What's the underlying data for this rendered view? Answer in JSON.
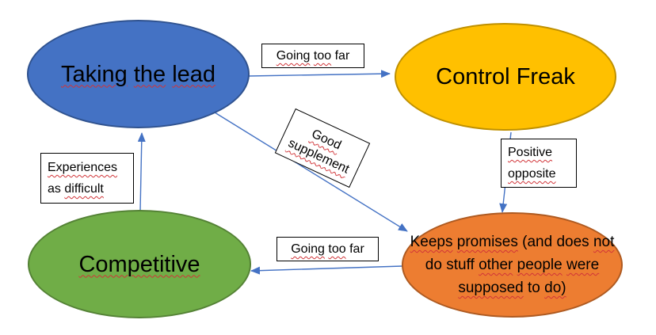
{
  "diagram": {
    "background": "#ffffff",
    "arrow_color": "#4472C4",
    "squiggle_color": "#D13438",
    "nodes": [
      {
        "name": "taking-the-lead",
        "label": "Taking the lead",
        "words": [
          {
            "t": "Taking",
            "sq": true
          },
          {
            "t": "the",
            "sq": true
          },
          {
            "t": "lead",
            "sq": true
          }
        ],
        "fill": "#4472C4",
        "border": "#2F528F"
      },
      {
        "name": "control-freak",
        "label": "Control Freak",
        "words": [
          {
            "t": "Control",
            "sq": false
          },
          {
            "t": "Freak",
            "sq": false
          }
        ],
        "fill": "#FFC000",
        "border": "#BF9000"
      },
      {
        "name": "competitive",
        "label": "Competitive",
        "words": [
          {
            "t": "Competitive",
            "sq": true
          }
        ],
        "fill": "#70AD47",
        "border": "#548235"
      },
      {
        "name": "keeps-promises",
        "label": "Keeps promises (and does not do stuff other people were supposed to do)",
        "lines": [
          [
            {
              "t": "Keeps",
              "sq": true
            },
            {
              "t": "promises",
              "sq": true
            },
            {
              "t": "(and",
              "sq": false
            },
            {
              "t": "does",
              "sq": false
            },
            {
              "t": "not",
              "sq": true
            }
          ],
          [
            {
              "t": "do",
              "sq": false
            },
            {
              "t": "stuff",
              "sq": false
            },
            {
              "t": "other",
              "sq": true
            },
            {
              "t": "people",
              "sq": true
            },
            {
              "t": "were",
              "sq": true
            }
          ],
          [
            {
              "t": "supposed",
              "sq": true
            },
            {
              "t": "to",
              "sq": false
            },
            {
              "t": "do)",
              "sq": true
            }
          ]
        ],
        "fill": "#ED7D31",
        "border": "#AE5A21"
      }
    ],
    "edge_labels": [
      {
        "name": "going-too-far-top",
        "label": "Going too far",
        "words": [
          {
            "t": "Going",
            "sq": true
          },
          {
            "t": "too",
            "sq": true
          },
          {
            "t": "far",
            "sq": false
          }
        ]
      },
      {
        "name": "good-supplement",
        "label": "Good supplement",
        "lines": [
          [
            {
              "t": "Good",
              "sq": true
            }
          ],
          [
            {
              "t": "supplement",
              "sq": true
            }
          ]
        ]
      },
      {
        "name": "positive-opposite",
        "label": "Positive opposite",
        "lines": [
          [
            {
              "t": "Positive",
              "sq": true
            }
          ],
          [
            {
              "t": "opposite",
              "sq": true
            }
          ]
        ]
      },
      {
        "name": "experiences-as-difficult",
        "label": "Experiences as difficult",
        "lines": [
          [
            {
              "t": "Experiences",
              "sq": true
            }
          ],
          [
            {
              "t": "as",
              "sq": false
            },
            {
              "t": "difficult",
              "sq": true
            }
          ]
        ]
      },
      {
        "name": "going-too-far-bottom",
        "label": "Going too far",
        "words": [
          {
            "t": "Going",
            "sq": true
          },
          {
            "t": "too",
            "sq": true
          },
          {
            "t": "far",
            "sq": false
          }
        ]
      }
    ],
    "arrows": [
      {
        "name": "arrow-taking-to-control",
        "from": "taking-the-lead",
        "to": "control-freak"
      },
      {
        "name": "arrow-taking-to-keeps",
        "from": "taking-the-lead",
        "to": "keeps-promises"
      },
      {
        "name": "arrow-control-to-keeps",
        "from": "control-freak",
        "to": "keeps-promises"
      },
      {
        "name": "arrow-keeps-to-competitive",
        "from": "keeps-promises",
        "to": "competitive"
      },
      {
        "name": "arrow-competitive-to-taking",
        "from": "competitive",
        "to": "taking-the-lead"
      }
    ]
  }
}
